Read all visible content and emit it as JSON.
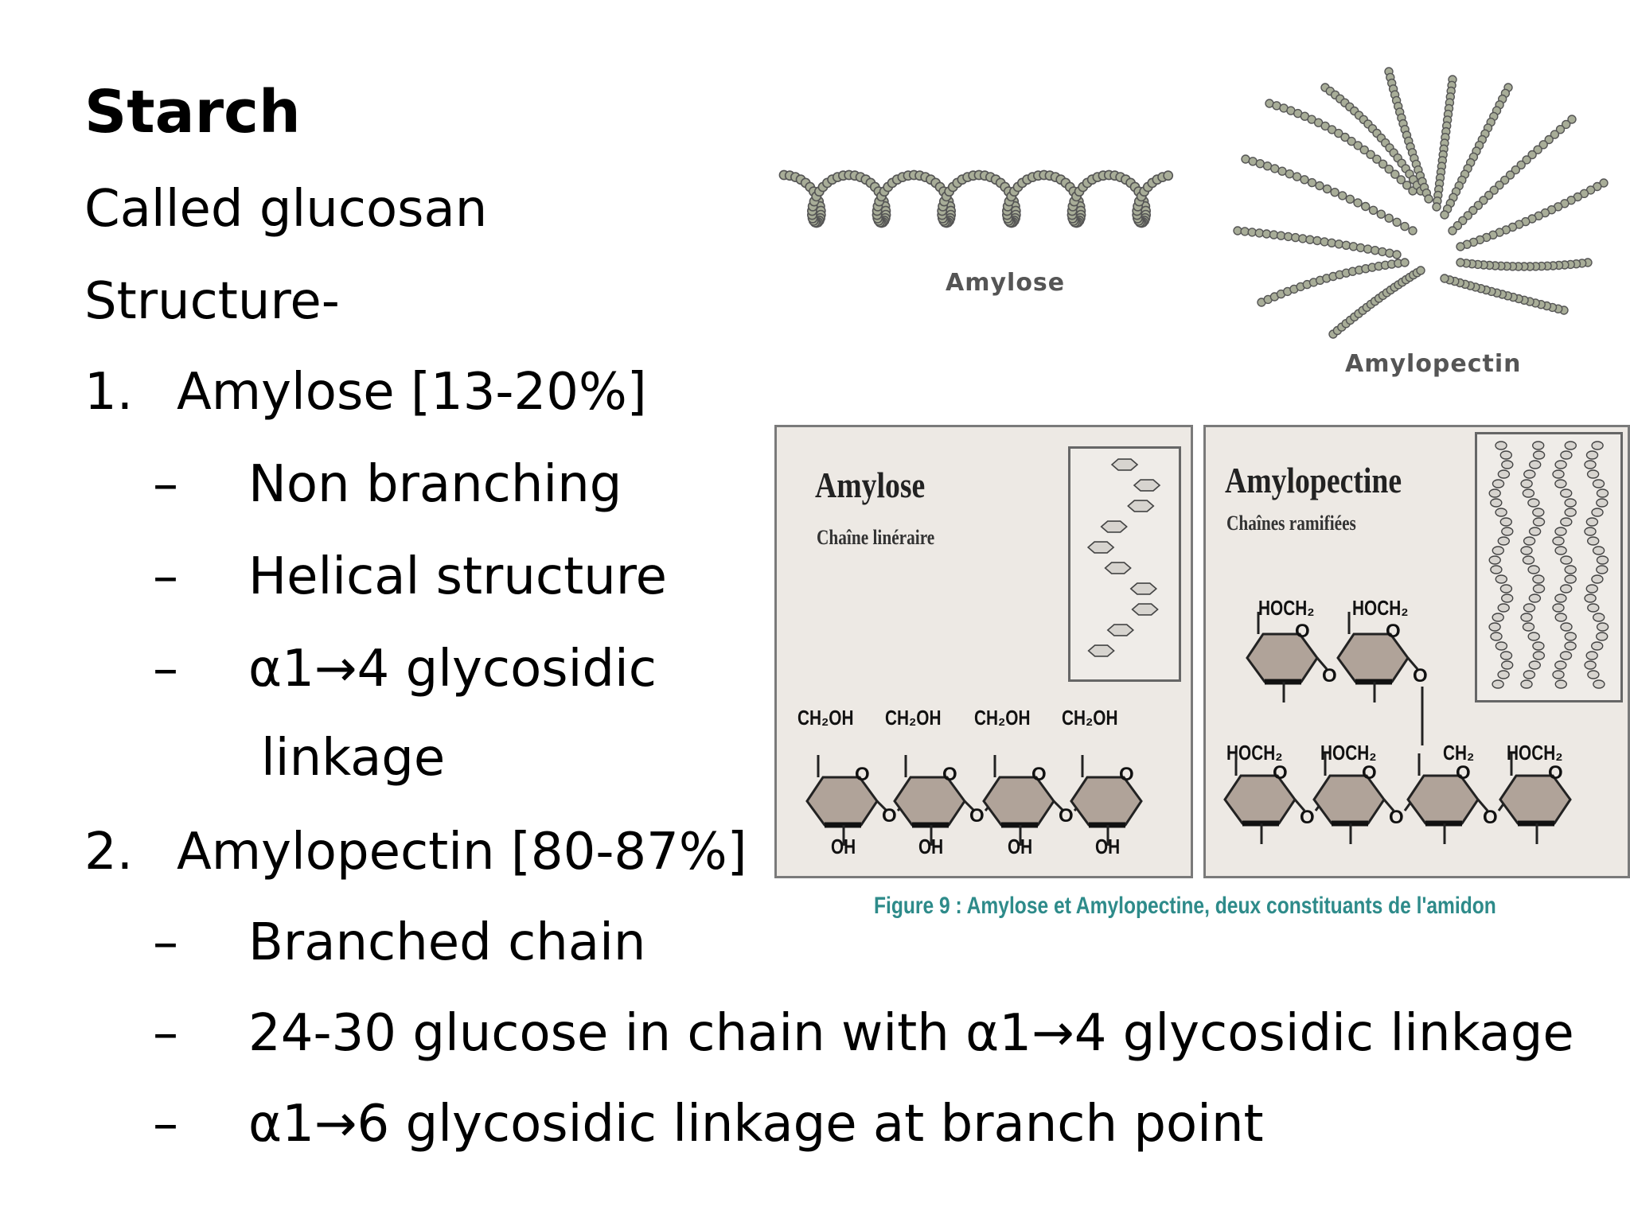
{
  "slide": {
    "title": "Starch",
    "lines": {
      "called": "Called glucosan",
      "structure": "Structure-"
    },
    "list": [
      {
        "number": "1.",
        "text": "Amylose [13-20%]",
        "subitems": [
          "Non branching",
          "Helical structure",
          "α1→4 glycosidic",
          "linkage"
        ]
      },
      {
        "number": "2.",
        "text": "Amylopectin [80-87%]",
        "subitems": [
          "Branched chain",
          "24-30 glucose in chain with α1→4 glycosidic linkage",
          "α1→6 glycosidic linkage at branch point"
        ]
      }
    ],
    "dash": "–"
  },
  "figure": {
    "top_labels": {
      "amylose": "Amylose",
      "amylopectin": "Amylopectin"
    },
    "panel_a": {
      "title": "Amylose",
      "subtitle": "Chaîne linéraire",
      "groups": [
        "CH₂OH",
        "CH₂OH",
        "CH₂OH",
        "CH₂OH"
      ],
      "oh": [
        "OH",
        "OH",
        "OH",
        "OH"
      ],
      "o": "O"
    },
    "panel_b": {
      "title": "Amylopectine",
      "subtitle": "Chaînes ramifiées",
      "upper_groups": [
        "HOCH₂",
        "HOCH₂"
      ],
      "lower_groups": [
        "HOCH₂",
        "HOCH₂",
        "CH₂",
        "HOCH₂"
      ],
      "o": "O"
    },
    "caption": "Figure 9 :  Amylose et Amylopectine, deux constituants de l'amidon",
    "colors": {
      "caption": "#2e8b8a",
      "bead": "#a8ad98",
      "ring": "#b0a399",
      "panel": "#ede9e4"
    }
  }
}
